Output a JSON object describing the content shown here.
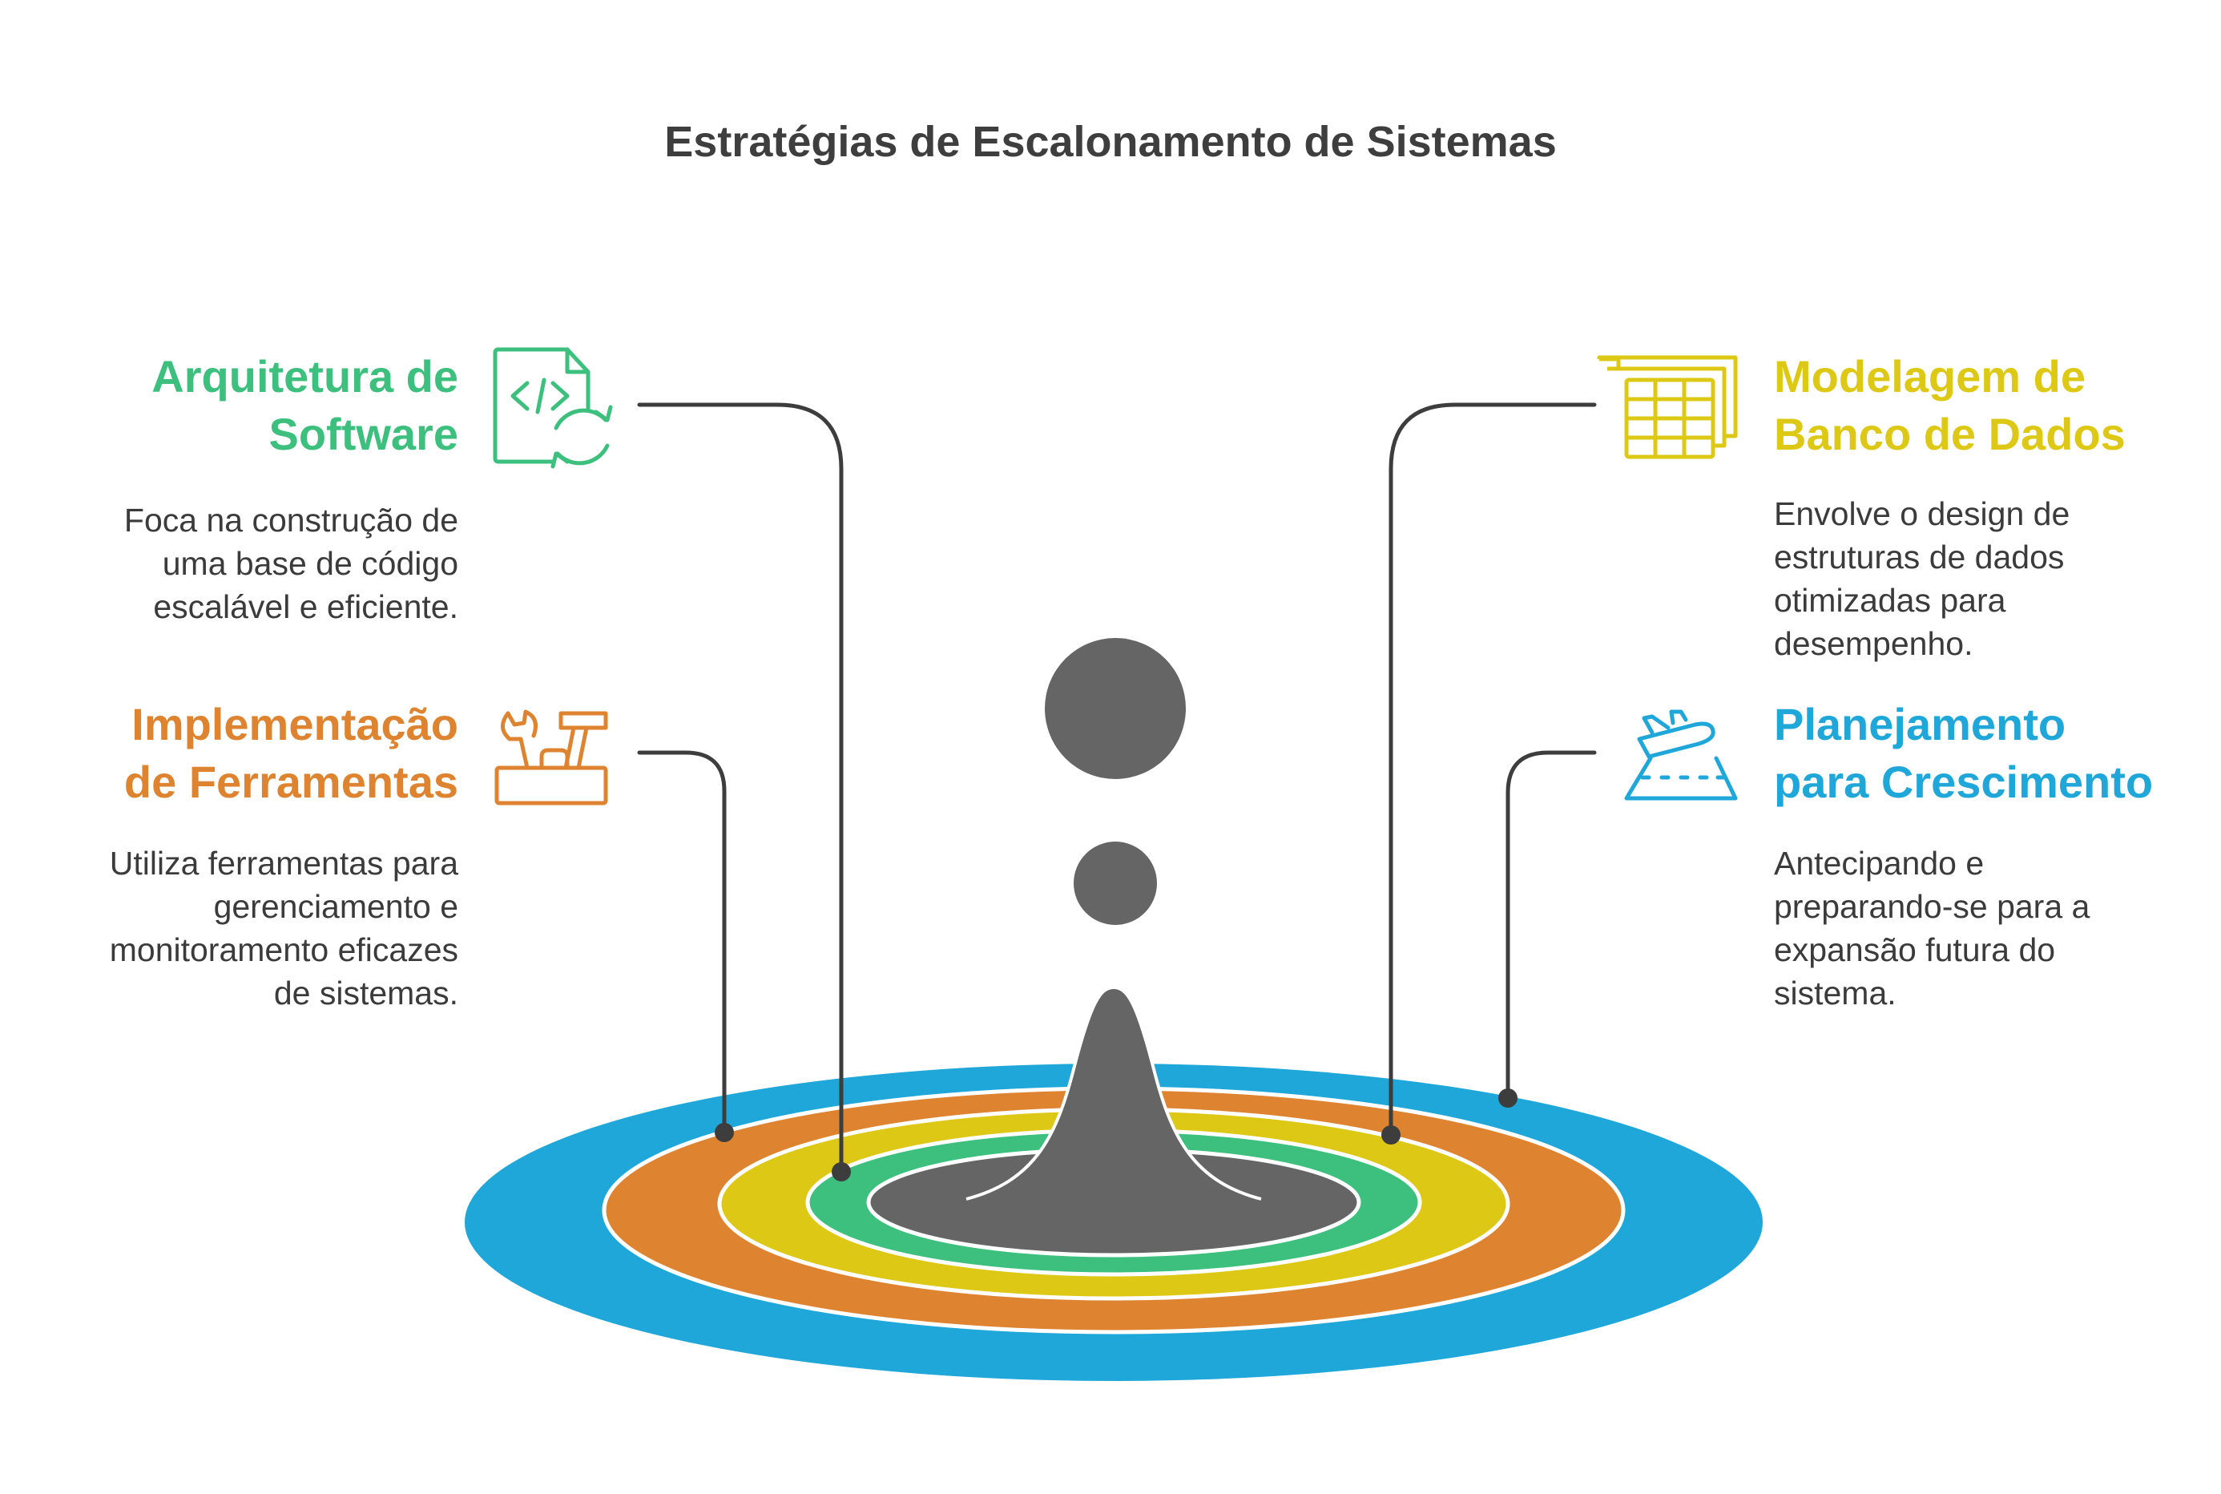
{
  "title": "Estratégias de Escalonamento de Sistemas",
  "colors": {
    "green": "#3dbf7e",
    "yellow": "#dec816",
    "orange": "#de8431",
    "blue": "#1ea7d8",
    "gray": "#656565",
    "text": "#3b3b3b",
    "connector": "#3d3d3d"
  },
  "items": [
    {
      "id": "arquitetura",
      "heading": [
        "Arquitetura de",
        "Software"
      ],
      "description": [
        "Foca na construção de",
        "uma base de código",
        "escalável e eficiente."
      ],
      "icon": "code-file-sync-icon",
      "color": "#3dbf7e"
    },
    {
      "id": "implementacao",
      "heading": [
        "Implementação",
        "de Ferramentas"
      ],
      "description": [
        "Utiliza ferramentas para",
        "gerenciamento e",
        "monitoramento eficazes",
        "de sistemas."
      ],
      "icon": "toolbox-icon",
      "color": "#de8431"
    },
    {
      "id": "modelagem",
      "heading": [
        "Modelagem de",
        "Banco de Dados"
      ],
      "description": [
        "Envolve o design de",
        "estruturas de dados",
        "otimizadas para",
        "desempenho."
      ],
      "icon": "stacked-tables-icon",
      "color": "#dec816"
    },
    {
      "id": "planejamento",
      "heading": [
        "Planejamento",
        "para Crescimento"
      ],
      "description": [
        "Antecipando e",
        "preparando-se para a",
        "expansão futura do",
        "sistema."
      ],
      "icon": "airplane-runway-icon",
      "color": "#1ea7d8"
    }
  ]
}
